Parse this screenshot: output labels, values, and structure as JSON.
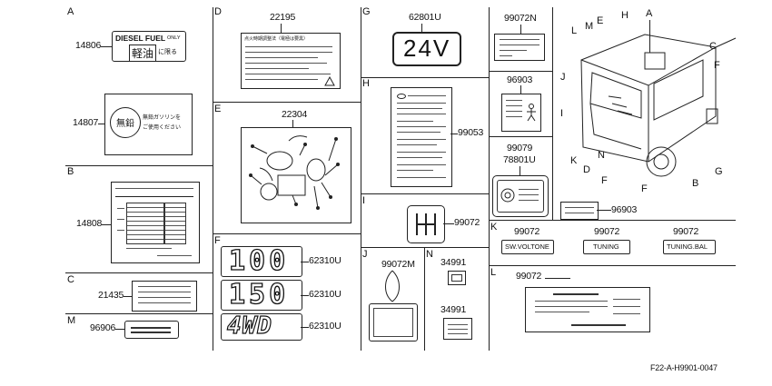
{
  "sections": {
    "A": "A",
    "B": "B",
    "C": "C",
    "M": "M",
    "D": "D",
    "E": "E",
    "F": "F",
    "G": "G",
    "H": "H",
    "I": "I",
    "J": "J",
    "K": "K",
    "L": "L",
    "N": "N"
  },
  "parts": {
    "p14806": "14806",
    "p14807": "14807",
    "p14808": "14808",
    "p21435": "21435",
    "p96906": "96906",
    "p22195": "22195",
    "p22304": "22304",
    "p62310_1": "62310U",
    "p62310_2": "62310U",
    "p62310_3": "62310U",
    "p62801": "62801U",
    "p99053": "99053",
    "p99072_i": "99072",
    "p99072m": "99072M",
    "p34991_a": "34991",
    "p34991_b": "34991",
    "p99072n": "99072N",
    "p96903_a": "96903",
    "p99079": "99079",
    "p78801": "78801U",
    "p96903_b": "96903",
    "p99072_k1": "99072",
    "p99072_k2": "99072",
    "p99072_k3": "99072",
    "p99072_l": "99072"
  },
  "label_text": {
    "diesel": "DIESEL FUEL",
    "only": "ONLY",
    "keiyu": "軽油",
    "ni_kagiru": "に限る",
    "muen": "無鉛",
    "muen_note1": "無鉛ガソリンを",
    "muen_note2": "ご使用ください",
    "volt": "24V",
    "hundred": "100",
    "one_fifty": "150",
    "four_wd": "4WD",
    "sw_voltone": "SW.VOLTONE",
    "tuning": "TUNING",
    "tuning_bal": "TUNING.BAL",
    "d_title": "点火時期調整法（電極は要黒）"
  },
  "truck_callouts": {
    "A": "A",
    "B": "B",
    "C": "C",
    "D": "D",
    "E": "E",
    "F1": "F",
    "F2": "F",
    "F3": "F",
    "G": "G",
    "H": "H",
    "I": "I",
    "J": "J",
    "K": "K",
    "L": "L",
    "M": "M",
    "N": "N"
  },
  "footer": {
    "code": "F22-A-H9901-0047"
  }
}
